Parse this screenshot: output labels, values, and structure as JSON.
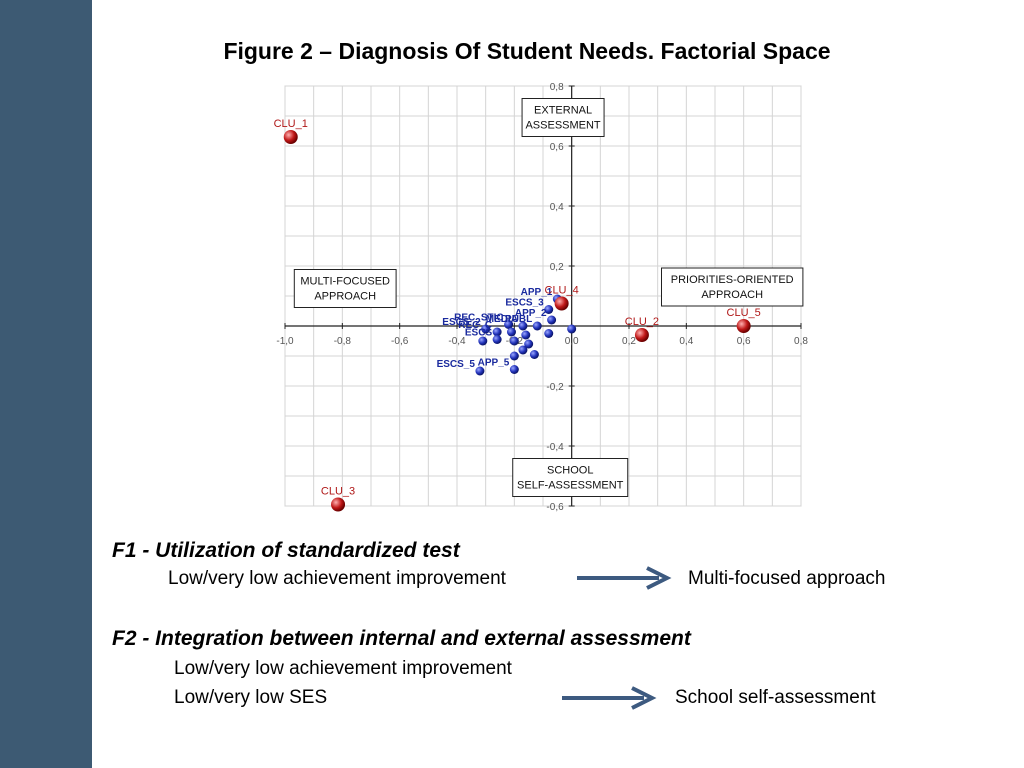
{
  "colors": {
    "sidebar": "#3d5a73",
    "cluster": "#c01818",
    "variable": "#2233bb",
    "var_label": "#1a2a9e",
    "clu_label": "#b01818",
    "arrow": "#3d5a80",
    "grid": "#d4d4d4"
  },
  "title": "Figure 2 – Diagnosis Of Student Needs. Factorial Space",
  "chart_data": {
    "type": "scatter",
    "title": "",
    "xlabel": "",
    "ylabel": "",
    "xlim": [
      -1.0,
      0.8
    ],
    "ylim": [
      -0.6,
      0.8
    ],
    "x_ticks": [
      -1.0,
      -0.8,
      -0.6,
      -0.4,
      -0.2,
      0.0,
      0.2,
      0.4,
      0.6,
      0.8
    ],
    "x_tick_labels": [
      "-1,0",
      "-0,8",
      "-0,6",
      "-0,4",
      "-0,2",
      "0,0",
      "0,2",
      "0,4",
      "0,6",
      "0,8"
    ],
    "y_ticks": [
      0.8,
      0.6,
      0.4,
      0.2,
      0.0,
      -0.2,
      -0.4,
      -0.6
    ],
    "y_tick_labels": [
      "0,8",
      "0,6",
      "0,4",
      "0,2",
      "",
      "-0,2",
      "-0,4",
      "-0,6"
    ],
    "grid": true,
    "region_boxes": [
      {
        "lines": [
          "EXTERNAL",
          "ASSESSMENT"
        ],
        "x": -0.03,
        "y": 0.695
      },
      {
        "lines": [
          "MULTI-FOCUSED",
          "APPROACH"
        ],
        "x": -0.79,
        "y": 0.125
      },
      {
        "lines": [
          "PRIORITIES-ORIENTED",
          "APPROACH"
        ],
        "x": 0.56,
        "y": 0.13
      },
      {
        "lines": [
          "SCHOOL",
          "SELF-ASSESSMENT"
        ],
        "x": -0.005,
        "y": -0.505
      }
    ],
    "clusters": [
      {
        "label": "CLU_1",
        "x": -0.98,
        "y": 0.63
      },
      {
        "label": "CLU_4",
        "x": -0.035,
        "y": 0.075
      },
      {
        "label": "CLU_2",
        "x": 0.245,
        "y": -0.03
      },
      {
        "label": "CLU_5",
        "x": 0.6,
        "y": 0.0
      },
      {
        "label": "CLU_3",
        "x": -0.815,
        "y": -0.595
      }
    ],
    "variables": [
      {
        "label": "APP_1",
        "x": -0.05,
        "y": 0.09
      },
      {
        "label": "ESCS_3",
        "x": -0.08,
        "y": 0.055
      },
      {
        "label": "APP_2",
        "x": -0.07,
        "y": 0.02
      },
      {
        "label": "",
        "x": 0.0,
        "y": -0.01
      },
      {
        "label": "",
        "x": -0.08,
        "y": -0.025
      },
      {
        "label": "REC_STIC",
        "x": -0.22,
        "y": 0.005
      },
      {
        "label": "MEDIA",
        "x": -0.17,
        "y": 0.0
      },
      {
        "label": "PUBL",
        "x": -0.12,
        "y": 0.0
      },
      {
        "label": "ESCS_2",
        "x": -0.3,
        "y": -0.01
      },
      {
        "label": "REC_C",
        "x": -0.26,
        "y": -0.02
      },
      {
        "label": "",
        "x": -0.21,
        "y": -0.02
      },
      {
        "label": "",
        "x": -0.16,
        "y": -0.03
      },
      {
        "label": "",
        "x": -0.31,
        "y": -0.05
      },
      {
        "label": "ESCS",
        "x": -0.26,
        "y": -0.045
      },
      {
        "label": "",
        "x": -0.2,
        "y": -0.05
      },
      {
        "label": "",
        "x": -0.15,
        "y": -0.06
      },
      {
        "label": "",
        "x": -0.17,
        "y": -0.08
      },
      {
        "label": "",
        "x": -0.13,
        "y": -0.095
      },
      {
        "label": "",
        "x": -0.2,
        "y": -0.1
      },
      {
        "label": "ESCS_5",
        "x": -0.32,
        "y": -0.15
      },
      {
        "label": "APP_5",
        "x": -0.2,
        "y": -0.145
      }
    ]
  },
  "f1": {
    "heading": "F1 - Utilization of standardized test",
    "left": "Low/very low achievement improvement",
    "right": "Multi-focused approach"
  },
  "f2": {
    "heading": "F2 -  Integration between internal and external assessment",
    "line1": "Low/very low achievement improvement",
    "line2": "Low/very low SES",
    "right": "School self-assessment"
  }
}
